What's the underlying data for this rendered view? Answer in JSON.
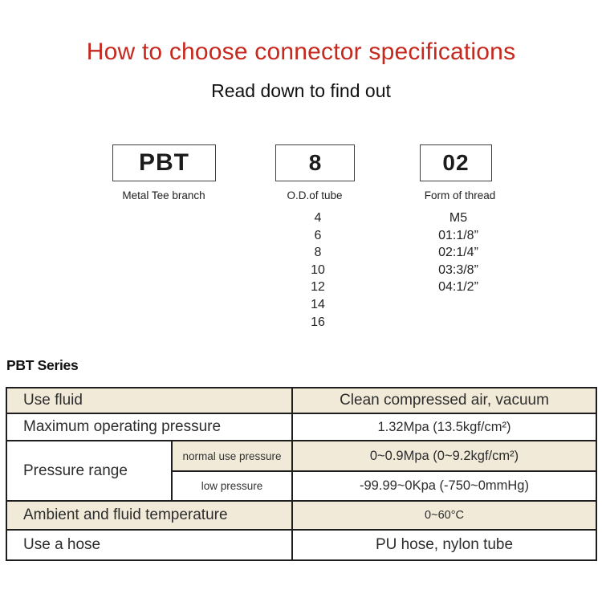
{
  "title": "How to choose connector specifications",
  "subtitle": "Read down to find out",
  "colors": {
    "title_red": "#c6281e",
    "row_beige": "#f1ead9",
    "table_border": "#1e1e1e"
  },
  "selector": {
    "prefix": {
      "code": "PBT",
      "label": "Metal Tee branch"
    },
    "tube": {
      "code": "8",
      "label": "O.D.of tube",
      "options": [
        "4",
        "6",
        "8",
        "10",
        "12",
        "14",
        "16"
      ]
    },
    "thread": {
      "code": "02",
      "label": "Form of thread",
      "options": [
        "M5",
        "01:1/8”",
        "02:1/4”",
        "03:3/8”",
        "04:1/2”"
      ]
    }
  },
  "series": {
    "heading": "PBT Series"
  },
  "spec_table": {
    "rows": [
      {
        "label": "Use fluid",
        "value": "Clean compressed air, vacuum"
      },
      {
        "label": "Maximum operating pressure",
        "value": "1.32Mpa (13.5kgf/cm²)"
      },
      {
        "label": "Pressure range",
        "sub_rows": [
          {
            "label": "normal use pressure",
            "value": "0~0.9Mpa (0~9.2kgf/cm²)"
          },
          {
            "label": "low pressure",
            "value": "-99.99~0Kpa (-750~0mmHg)"
          }
        ]
      },
      {
        "label": "Ambient and fluid temperature",
        "value": "0~60°C"
      },
      {
        "label": "Use a hose",
        "value": "PU hose, nylon tube"
      }
    ]
  }
}
